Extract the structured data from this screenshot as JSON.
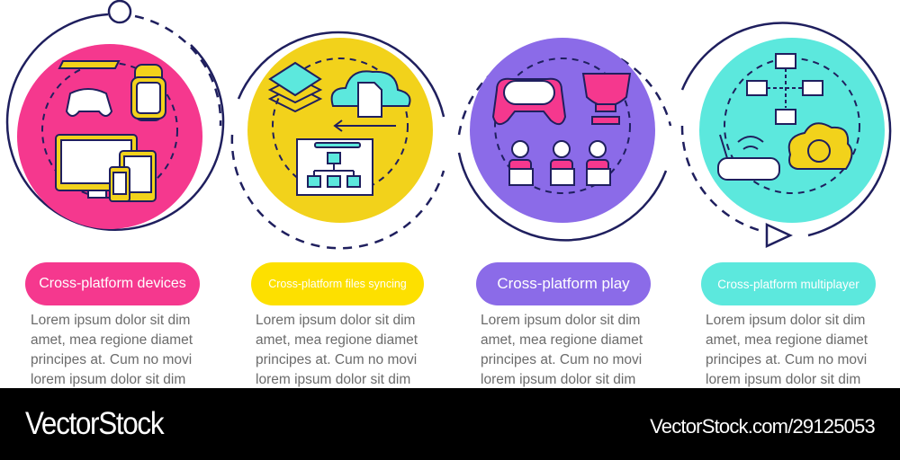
{
  "colors": {
    "outline": "#1f1f5e",
    "pink": "#f5388e",
    "yellow": "#f2d21b",
    "purple": "#8b6be8",
    "cyan": "#5ce8dd",
    "text": "#6b6b6b"
  },
  "steps": [
    {
      "title": "Cross-platform devices",
      "color": "#f5388e",
      "icon": "devices-icon",
      "body": [
        "Lorem ipsum dolor sit dim",
        "amet, mea regione diamet",
        "principes at. Cum no movi",
        "lorem ipsum dolor sit dim"
      ]
    },
    {
      "title": "Cross-platform files syncing",
      "color": "#fde000",
      "icon": "file-sync-icon",
      "body": [
        "Lorem ipsum dolor sit dim",
        "amet, mea regione diamet",
        "principes at. Cum no movi",
        "lorem ipsum dolor sit dim"
      ]
    },
    {
      "title": "Cross-platform play",
      "color": "#8b6be8",
      "icon": "gaming-icon",
      "body": [
        "Lorem ipsum dolor sit dim",
        "amet, mea regione diamet",
        "principes at. Cum no movi",
        "lorem ipsum dolor sit dim"
      ]
    },
    {
      "title": "Cross-platform multiplayer",
      "color": "#5ce8dd",
      "icon": "network-icon",
      "body": [
        "Lorem ipsum dolor sit dim",
        "amet, mea regione diamet",
        "principes at. Cum no movi",
        "lorem ipsum dolor sit dim"
      ]
    }
  ],
  "footer": {
    "brand": "VectorStock",
    "url": "VectorStock.com/29125053"
  }
}
